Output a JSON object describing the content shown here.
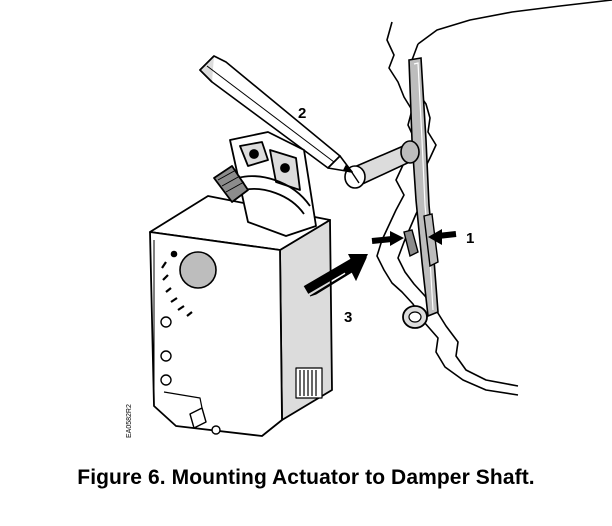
{
  "caption": "Figure 6.  Mounting Actuator to Damper Shaft.",
  "callouts": {
    "one": "1",
    "two": "2",
    "three": "3"
  },
  "drawing_code": "EA0582R2",
  "colors": {
    "line": "#000000",
    "shade_light": "#dcdcdc",
    "shade_mid": "#bdbdbd",
    "shade_dark": "#8c8c8c",
    "background": "#ffffff"
  },
  "icons": {
    "pencil": "pencil-icon",
    "arrow": "arrow-icon"
  }
}
